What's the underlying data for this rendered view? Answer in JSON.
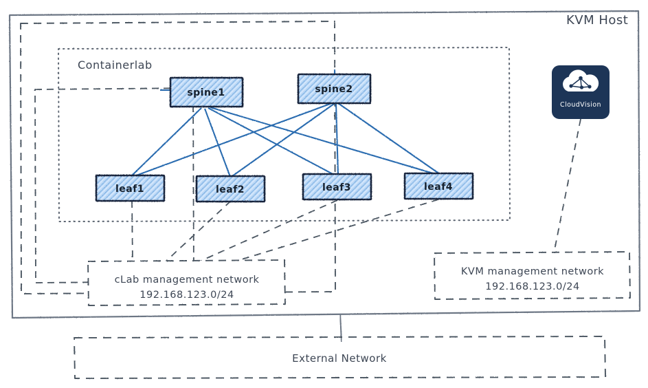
{
  "diagram": {
    "title": "KVM Host",
    "containers": [
      {
        "id": "kvm-host",
        "label": "KVM Host",
        "border": "solid"
      },
      {
        "id": "outer-dashed",
        "label": "",
        "border": "dashed"
      },
      {
        "id": "containerlab",
        "label": "Containerlab",
        "border": "dotted"
      },
      {
        "id": "inner-dashed",
        "label": "",
        "border": "dashed"
      }
    ],
    "nodes": [
      {
        "id": "spine1",
        "label": "spine1",
        "type": "switch",
        "tier": "spine"
      },
      {
        "id": "spine2",
        "label": "spine2",
        "type": "switch",
        "tier": "spine"
      },
      {
        "id": "leaf1",
        "label": "leaf1",
        "type": "switch",
        "tier": "leaf"
      },
      {
        "id": "leaf2",
        "label": "leaf2",
        "type": "switch",
        "tier": "leaf"
      },
      {
        "id": "leaf3",
        "label": "leaf3",
        "type": "switch",
        "tier": "leaf"
      },
      {
        "id": "leaf4",
        "label": "leaf4",
        "type": "switch",
        "tier": "leaf"
      }
    ],
    "cloudvision": {
      "label": "CloudVision",
      "icon": "cloud-network-icon",
      "bg_color": "#1d3557",
      "fg_color": "#ffffff"
    },
    "networks": [
      {
        "id": "clab-mgmt",
        "name": "cLab management network",
        "subnet": "192.168.123.0/24",
        "border": "dashed"
      },
      {
        "id": "kvm-mgmt",
        "name": "KVM management network",
        "subnet": "192.168.123.0/24",
        "border": "dashed"
      }
    ],
    "external_network": {
      "id": "external-network",
      "label": "External Network",
      "border": "dashed"
    },
    "links": {
      "fabric": [
        {
          "from": "spine1",
          "to": "leaf1"
        },
        {
          "from": "spine1",
          "to": "leaf2"
        },
        {
          "from": "spine1",
          "to": "leaf3"
        },
        {
          "from": "spine1",
          "to": "leaf4"
        },
        {
          "from": "spine2",
          "to": "leaf1"
        },
        {
          "from": "spine2",
          "to": "leaf2"
        },
        {
          "from": "spine2",
          "to": "leaf3"
        },
        {
          "from": "spine2",
          "to": "leaf4"
        }
      ],
      "management": [
        {
          "from": "leaf1",
          "to": "clab-mgmt"
        },
        {
          "from": "leaf2",
          "to": "clab-mgmt"
        },
        {
          "from": "leaf3",
          "to": "clab-mgmt"
        },
        {
          "from": "leaf4",
          "to": "clab-mgmt"
        },
        {
          "from": "cloudvision",
          "to": "kvm-mgmt"
        }
      ],
      "uplink": [
        {
          "from": "kvm-host",
          "to": "external-network"
        }
      ]
    },
    "colors": {
      "node_fill": "#a8ccf0",
      "node_stroke": "#17233a",
      "link": "#2b6cb0",
      "dash_stroke": "#4a5461",
      "solid_stroke": "#58616e",
      "text": "#3d4654"
    }
  }
}
